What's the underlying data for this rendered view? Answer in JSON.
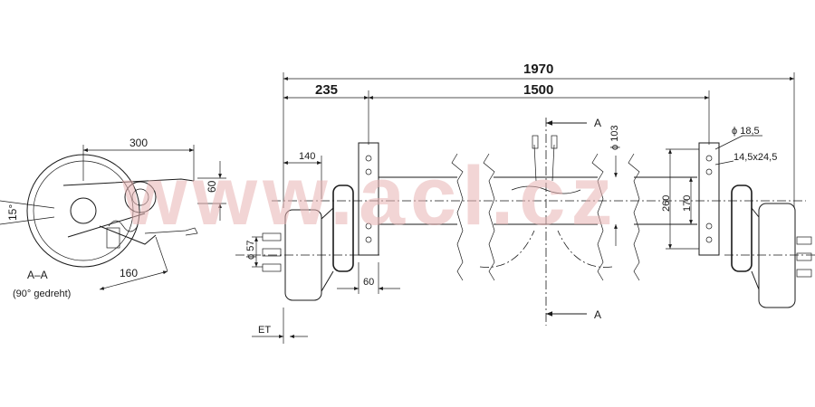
{
  "watermark": "www.acl.cz",
  "dimensions": {
    "overall": "1970",
    "offset": "235",
    "span": "1500",
    "hub": "140",
    "width300": "300",
    "d60_side": "60",
    "d160": "160",
    "d60_bottom": "60",
    "d57": "ϕ 57",
    "d103": "ϕ 103",
    "d260": "260",
    "d170": "170",
    "d18_5": "ϕ 18,5",
    "slot": "14,5x24,5",
    "angle": "15°",
    "et": "ET"
  },
  "section": {
    "marker": "A",
    "label": "A–A",
    "note": "(90° gedreht)"
  }
}
